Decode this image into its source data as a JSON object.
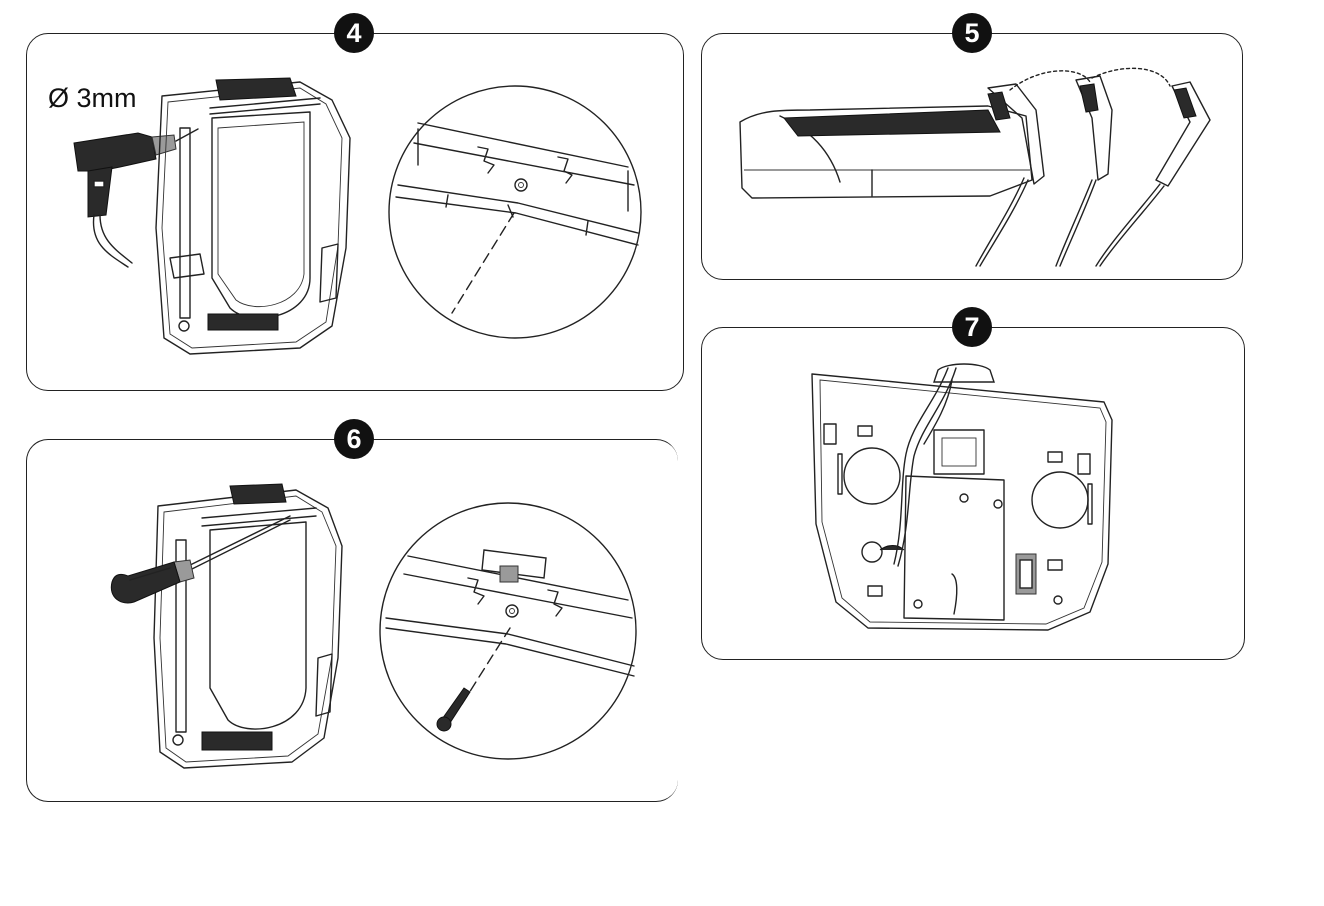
{
  "steps": [
    {
      "number": "4"
    },
    {
      "number": "5"
    },
    {
      "number": "6"
    },
    {
      "number": "7"
    }
  ],
  "annotations": {
    "drill_diameter": "Ø 3mm"
  },
  "icons": {
    "panel_4": [
      "drill-icon",
      "housing-back-icon",
      "magnified-hole-detail-icon"
    ],
    "panel_5": [
      "cable-cap-icon"
    ],
    "panel_6": [
      "screwdriver-icon",
      "housing-back-icon",
      "screw-icon"
    ],
    "panel_7": [
      "base-plate-wiring-icon"
    ]
  }
}
